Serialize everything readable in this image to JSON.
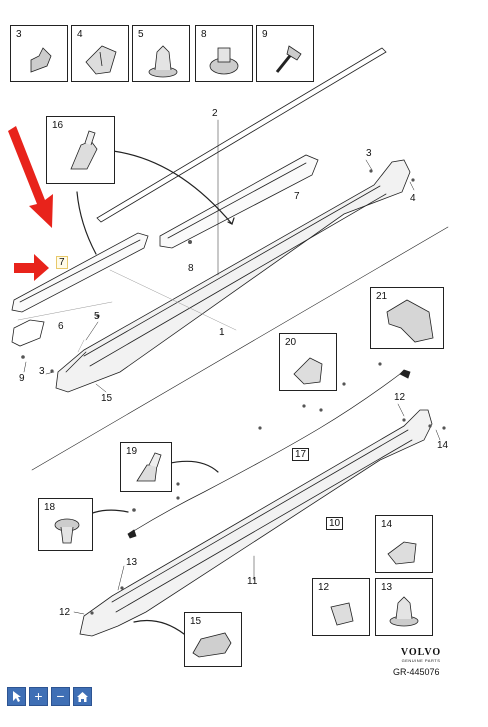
{
  "top_boxes": [
    {
      "label": "3",
      "icon": "push-clip-icon"
    },
    {
      "label": "4",
      "icon": "metal-clip-icon"
    },
    {
      "label": "5",
      "icon": "plastic-rivet-icon"
    },
    {
      "label": "8",
      "icon": "nut-clip-icon"
    },
    {
      "label": "9",
      "icon": "screw-icon"
    }
  ],
  "detail_boxes": {
    "b16": "16",
    "b21": "21",
    "b20": "20",
    "b19": "19",
    "b18": "18",
    "b14": "14",
    "b12": "12",
    "b13": "13",
    "b15": "15"
  },
  "callouts": {
    "c2": "2",
    "c3a": "3",
    "c4a": "4",
    "c7a": "7",
    "c8": "8",
    "c5": "5",
    "c6": "6",
    "c1": "1",
    "c9": "9",
    "c3b": "3",
    "c15": "15",
    "c12a": "12",
    "c14a": "14",
    "c11": "11",
    "c13a": "13",
    "c12b": "12"
  },
  "highlighted": {
    "part7": "7",
    "part17": "17",
    "part10": "10"
  },
  "brand": {
    "logo": "VOLVO",
    "sub": "GENUINE PARTS",
    "ref": "GR-445076"
  },
  "toolbar": {
    "select": "select-tool",
    "zoom_in": "+",
    "zoom_out": "−",
    "home": "home"
  },
  "colors": {
    "arrow_red": "#e8231b",
    "toolbar_blue": "#3f6fb5",
    "line": "#222222"
  }
}
